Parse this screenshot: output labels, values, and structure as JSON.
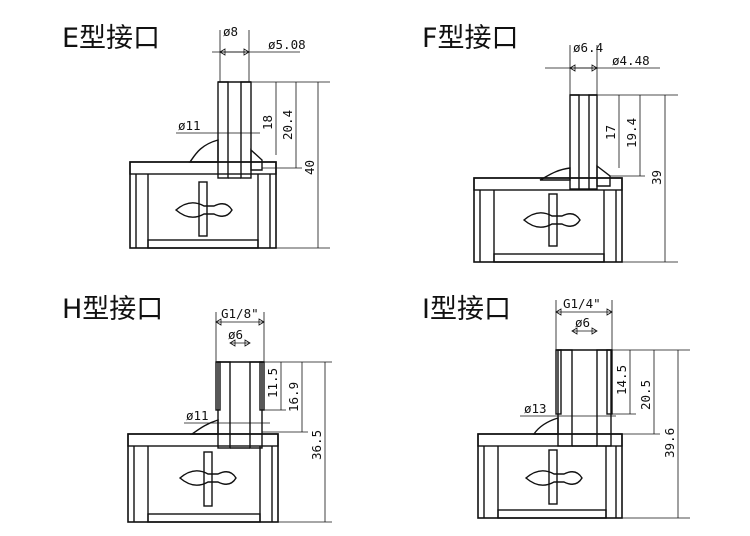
{
  "panels": [
    {
      "id": "E",
      "title": "E型接口",
      "dims": {
        "d_head": "ø8",
        "d_bore": "ø5.08",
        "d_base": "ø11",
        "h_inner": "18",
        "h_stem": "20.4",
        "h_total": "40"
      }
    },
    {
      "id": "F",
      "title": "F型接口",
      "dims": {
        "d_head": "ø6.4",
        "d_bore": "ø4.48",
        "h_inner": "17",
        "h_stem": "19.4",
        "h_total": "39"
      }
    },
    {
      "id": "H",
      "title": "H型接口",
      "dims": {
        "thread": "G1/8\"",
        "d_bore": "ø6",
        "d_base": "ø11",
        "h_inner": "11.5",
        "h_stem": "16.9",
        "h_total": "36.5"
      }
    },
    {
      "id": "I",
      "title": "I型接口",
      "dims": {
        "thread": "G1/4\"",
        "d_bore": "ø6",
        "d_base": "ø13",
        "h_inner": "14.5",
        "h_stem": "20.5",
        "h_total": "39.6"
      }
    }
  ]
}
